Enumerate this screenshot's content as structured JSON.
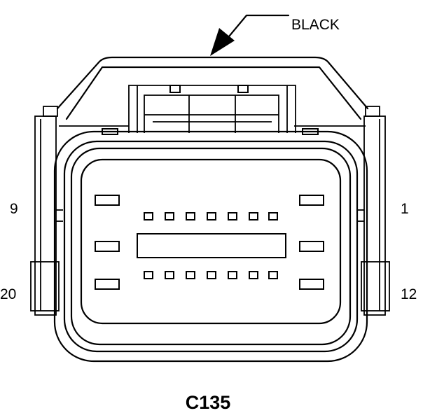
{
  "connector": {
    "id": "C135",
    "color_label": "BLACK",
    "pin_labels": {
      "top_left": "9",
      "top_right": "1",
      "bottom_left": "20",
      "bottom_right": "12"
    }
  }
}
